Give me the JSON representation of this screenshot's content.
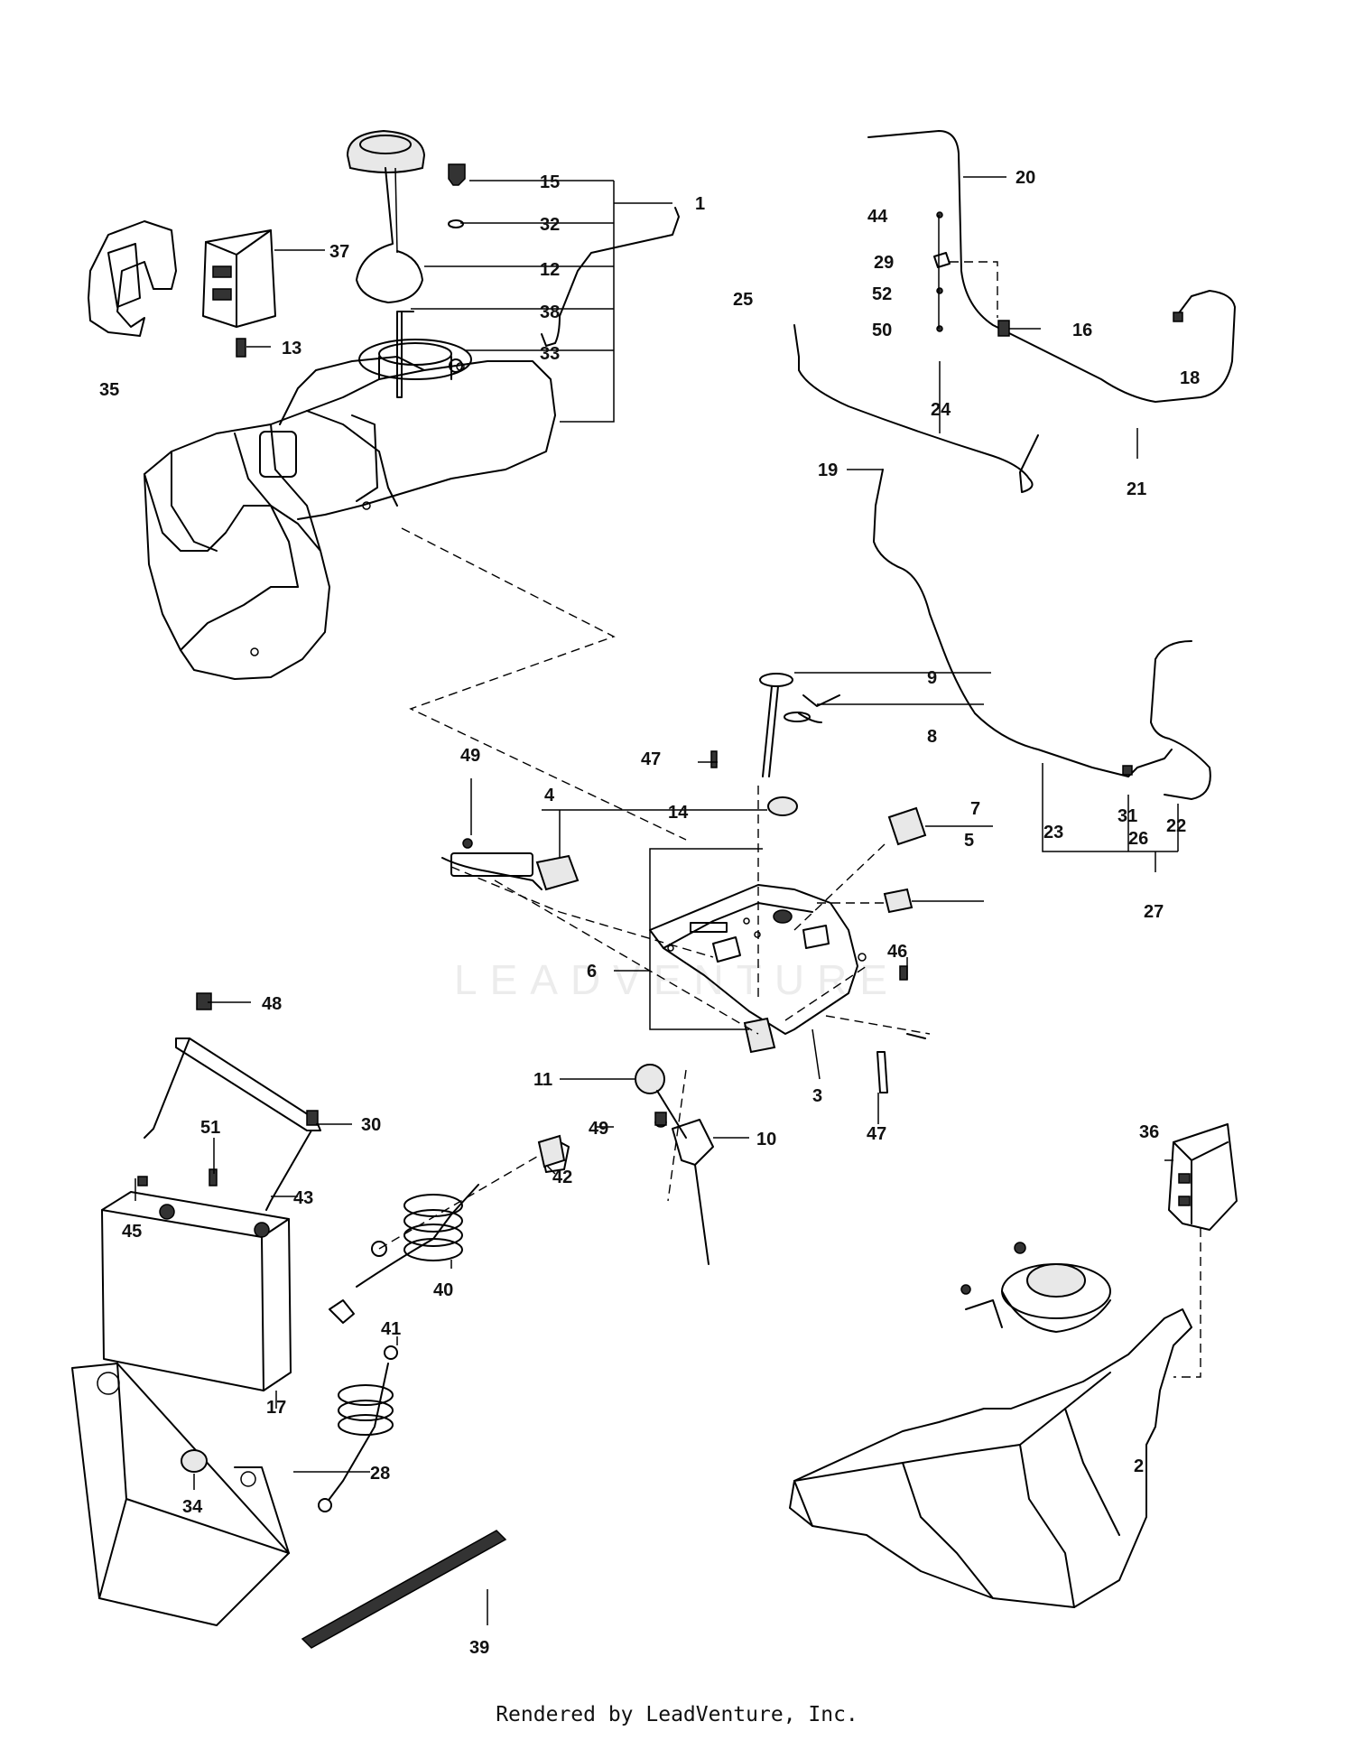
{
  "callouts": [
    "1",
    "2",
    "3",
    "4",
    "5",
    "6",
    "7",
    "8",
    "9",
    "10",
    "11",
    "12",
    "13",
    "14",
    "15",
    "16",
    "17",
    "18",
    "19",
    "20",
    "21",
    "22",
    "23",
    "24",
    "25",
    "26",
    "27",
    "28",
    "29",
    "30",
    "31",
    "32",
    "33",
    "34",
    "35",
    "36",
    "37",
    "38",
    "39",
    "40",
    "41",
    "42",
    "43",
    "44",
    "45",
    "46",
    "47",
    "48",
    "49",
    "50",
    "51",
    "52"
  ],
  "watermark": "LEADVENTURE",
  "footer": "Rendered by LeadVenture, Inc."
}
